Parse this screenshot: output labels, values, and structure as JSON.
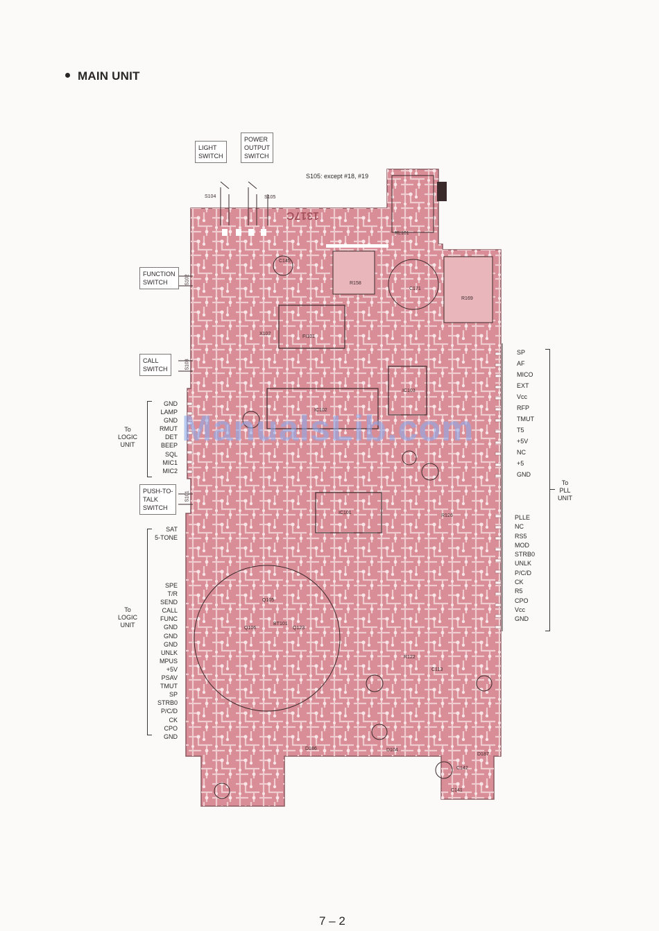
{
  "heading": "MAIN UNIT",
  "note": "S105: except #18, #19",
  "page_number": "7 – 2",
  "watermark": "ManualsLib.com",
  "board_code": "1317C",
  "colors": {
    "board": "#d98d96",
    "trace": "#f3d7da",
    "ink": "#2a2526"
  },
  "top_boxes": [
    {
      "id": "light",
      "lines": [
        "LIGHT",
        "SWITCH"
      ]
    },
    {
      "id": "power",
      "lines": [
        "POWER",
        "OUTPUT",
        "SWITCH"
      ]
    }
  ],
  "side_boxes": [
    {
      "id": "function",
      "lines": [
        "FUNCTION",
        "SWITCH"
      ]
    },
    {
      "id": "call",
      "lines": [
        "CALL",
        "SWITCH"
      ]
    },
    {
      "id": "ptt",
      "lines": [
        "PUSH-TO-",
        "TALK",
        "SWITCH"
      ]
    }
  ],
  "switch_refs": [
    "S104",
    "S105",
    "S102",
    "S103",
    "S101"
  ],
  "left_group_1": {
    "label": [
      "To",
      "LOGIC",
      "UNIT"
    ],
    "signals": [
      "GND",
      "LAMP",
      "GND",
      "RMUT",
      "DET",
      "BEEP",
      "SQL",
      "MIC1",
      "MIC2"
    ]
  },
  "left_group_2": {
    "label": [
      "To",
      "LOGIC",
      "UNIT"
    ],
    "signals_top": [
      "SAT",
      "5-TONE"
    ],
    "signals": [
      "SPE",
      "T/R",
      "SEND",
      "CALL",
      "FUNC",
      "GND",
      "GND",
      "GND",
      "UNLK",
      "MPUS",
      "+5V",
      "PSAV",
      "TMUT",
      "SP",
      "STRB0",
      "P/C/D",
      "CK",
      "CPO",
      "GND"
    ]
  },
  "right_group": {
    "label": [
      "To",
      "PLL",
      "UNIT"
    ],
    "signals_top": [
      "SP",
      "AF",
      "MICO",
      "EXT",
      "Vcc",
      "RFP",
      "TMUT",
      "T5",
      "+5V",
      "NC",
      "+5",
      "GND"
    ],
    "signals_bottom": [
      "PLLE",
      "NC",
      "RS5",
      "MOD",
      "STRB0",
      "UNLK",
      "P/C/D",
      "CK",
      "R5",
      "CPO",
      "Vcc",
      "GND"
    ]
  },
  "component_refs": [
    "RL101",
    "R158",
    "R169",
    "C171",
    "C145",
    "IC102",
    "IC101",
    "IC103",
    "FI101",
    "Q123",
    "Q105",
    "Q106",
    "C113",
    "R122",
    "R126",
    "C141",
    "C142",
    "D186",
    "D104",
    "D187",
    "X102",
    "BT101"
  ]
}
